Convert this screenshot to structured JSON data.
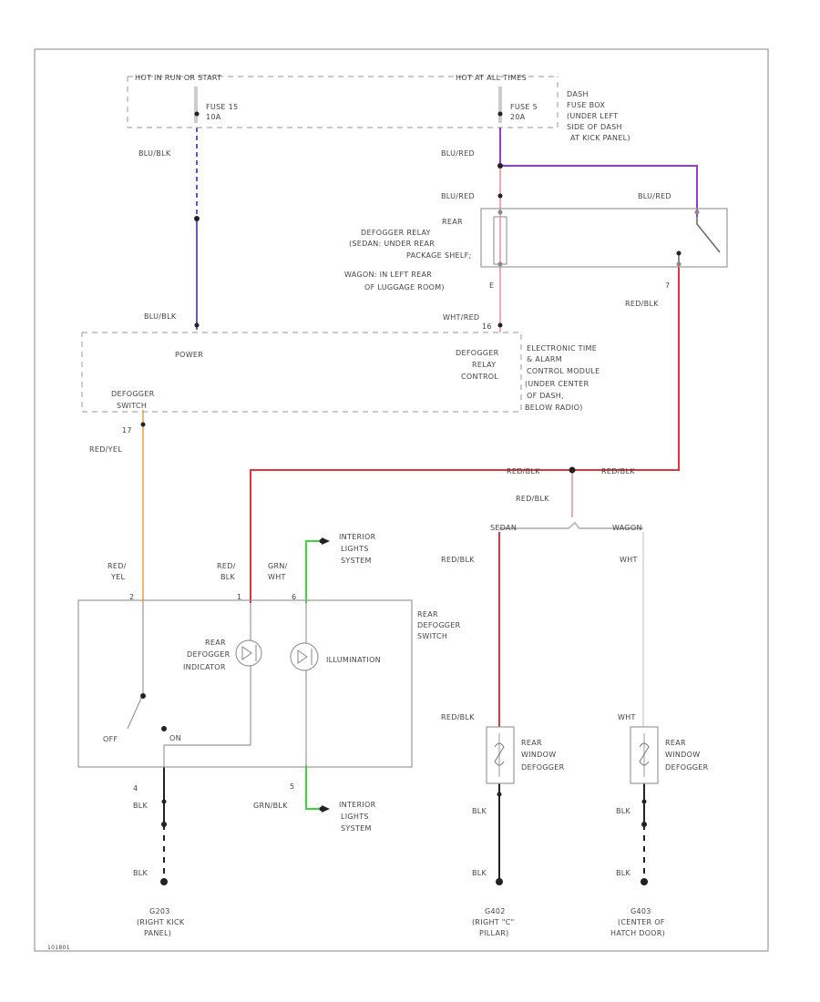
{
  "colors": {
    "blu_blk": "#5b57e8",
    "blu_red": "#9a3ad6",
    "pink": "#f1a9b6",
    "red": "#e2323c",
    "orange": "#f6b46a",
    "green": "#3bd63b",
    "gray": "#bdbdbd",
    "black": "#222222"
  },
  "fuse_block": {
    "hot1": "HOT IN RUN OR START",
    "hot2": "HOT AT ALL TIMES",
    "fuse15": [
      "FUSE 15",
      "10A"
    ],
    "fuse5": [
      "FUSE 5",
      "20A"
    ],
    "desc": [
      "DASH",
      "FUSE BOX",
      "(UNDER LEFT",
      "SIDE OF DASH",
      "AT KICK PANEL)"
    ]
  },
  "wires": {
    "blu_blk": "BLU/BLK",
    "blu_red": "BLU/RED",
    "wht_red": "WHT/RED",
    "red_blk": "RED/BLK",
    "red_yel": "RED/YEL",
    "red_yel_split": [
      "RED/",
      "YEL"
    ],
    "red_blk_split": [
      "RED/",
      "BLK"
    ],
    "grn_wht_split": [
      "GRN/",
      "WHT"
    ],
    "grn_blk": "GRN/BLK",
    "wht": "WHT",
    "blk": "BLK"
  },
  "relay": {
    "label": [
      "REAR",
      "DEFOGGER RELAY",
      "(SEDAN: UNDER REAR",
      "PACKAGE SHELF;",
      "WAGON: IN LEFT REAR",
      "OF LUGGAGE ROOM)"
    ],
    "pin_e": "E",
    "pin_7": "7"
  },
  "module": {
    "power": "POWER",
    "relay_control": [
      "DEFOGGER",
      "RELAY",
      "CONTROL"
    ],
    "switch_in": [
      "DEFOGGER",
      "SWITCH"
    ],
    "label": [
      "ELECTRONIC TIME",
      "& ALARM",
      "CONTROL MODULE",
      "(UNDER CENTER",
      "OF DASH,",
      "BELOW RADIO)"
    ],
    "pin_17": "17",
    "pin_16": "16"
  },
  "branches": {
    "sedan": "SEDAN",
    "wagon": "WAGON"
  },
  "switch": {
    "label": [
      "REAR",
      "DEFOGGER",
      "SWITCH"
    ],
    "indicator": [
      "REAR",
      "DEFOGGER",
      "INDICATOR"
    ],
    "illumination": "ILLUMINATION",
    "off": "OFF",
    "on": "ON",
    "pins": {
      "p2": "2",
      "p1": "1",
      "p6": "6",
      "p4": "4",
      "p5": "5"
    }
  },
  "interior_lights": [
    "INTERIOR",
    "LIGHTS",
    "SYSTEM"
  ],
  "window_defogger": [
    "REAR",
    "WINDOW",
    "DEFOGGER"
  ],
  "grounds": {
    "g203": [
      "G203",
      "(RIGHT KICK",
      "PANEL)"
    ],
    "g402": [
      "G402",
      "(RIGHT \"C\"",
      "PILLAR)"
    ],
    "g403": [
      "G403",
      "(CENTER OF",
      "HATCH DOOR)"
    ]
  },
  "footer_code": "101801"
}
